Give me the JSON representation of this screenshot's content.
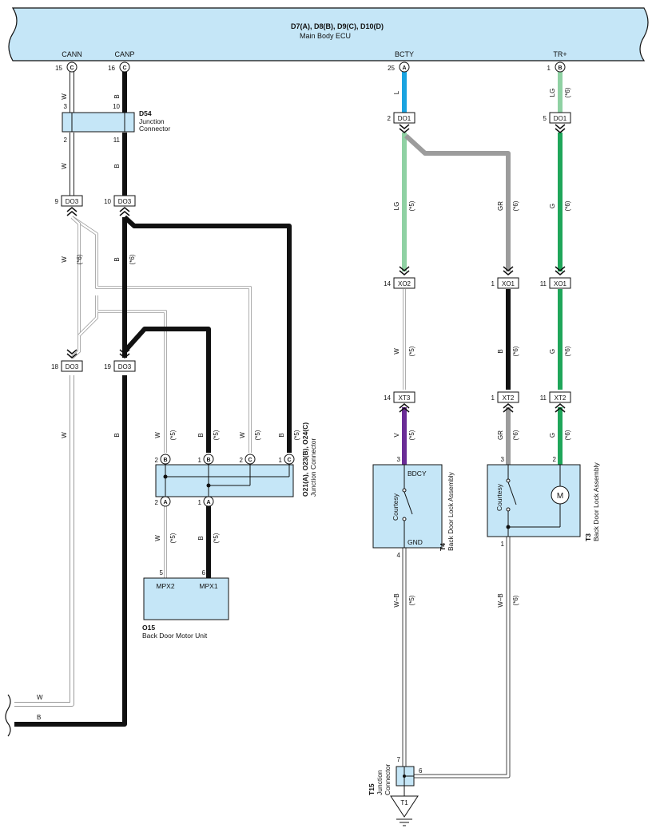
{
  "ecu": {
    "code": "D7(A), D8(B), D9(C), D10(D)",
    "name": "Main Body ECU",
    "terminals": [
      {
        "label": "CANN",
        "pin": "15",
        "conn": "C"
      },
      {
        "label": "CANP",
        "pin": "16",
        "conn": "C"
      },
      {
        "label": "BCTY",
        "pin": "25",
        "conn": "A"
      },
      {
        "label": "TR+",
        "pin": "1",
        "conn": "B"
      }
    ]
  },
  "d54": {
    "code": "D54",
    "line1": "Junction",
    "line2": "Connector",
    "pins": [
      "3",
      "10",
      "2",
      "11"
    ]
  },
  "o21": {
    "code": "O21(A), O23(B), O24(C)",
    "name": "Junction Connector",
    "top_pins": [
      {
        "pin": "2",
        "conn": "B"
      },
      {
        "pin": "1",
        "conn": "B"
      },
      {
        "pin": "2",
        "conn": "C"
      },
      {
        "pin": "1",
        "conn": "C"
      }
    ],
    "bottom_pins": [
      {
        "pin": "2",
        "conn": "A"
      },
      {
        "pin": "1",
        "conn": "A"
      }
    ]
  },
  "o15": {
    "code": "O15",
    "name": "Back Door Motor Unit",
    "term1": "MPX2",
    "term2": "MPX1",
    "pin1": "5",
    "pin2": "6"
  },
  "t4": {
    "code": "T4",
    "name": "Back Door Lock Assembly",
    "switch": "Courtesy",
    "term_top": "BDCY",
    "term_bot": "GND",
    "pin_top": "3",
    "pin_bot": "4"
  },
  "t3": {
    "code": "T3",
    "name": "Back Door Lock Assembly",
    "switch": "Courtesy",
    "motor": "M",
    "pin_sw": "3",
    "pin_motor": "2",
    "pin_gnd": "1"
  },
  "t15": {
    "code": "T15",
    "line1": "Junction",
    "line2": "Connector",
    "pin_in": "7",
    "pin_side": "6"
  },
  "ground": {
    "label": "T1"
  },
  "connectors": {
    "do1": "DO1",
    "do3": "DO3",
    "xo1": "XO1",
    "xo2": "XO2",
    "xt2": "XT2",
    "xt3": "XT3"
  },
  "pins": {
    "do1_bcty": "2",
    "do1_tr": "5",
    "do3_9": "9",
    "do3_10": "10",
    "do3_18": "18",
    "do3_19": "19",
    "xo2": "14",
    "xo1_gr": "1",
    "xo1_g": "11",
    "xt3": "14",
    "xt2_b": "1",
    "xt2_g": "11"
  },
  "wires": {
    "W": "W",
    "B": "B",
    "L": "L",
    "LG": "LG",
    "GR": "GR",
    "G": "G",
    "V": "V",
    "WB": "W–B"
  },
  "notes": {
    "n5": "(*5)",
    "n6": "(*6)"
  },
  "colors": {
    "ecu_fill": "#c5e6f7",
    "box_fill": "#c5e6f7",
    "wire_W": "#ffffff",
    "wire_B": "#111111",
    "wire_L": "#1aa3e0",
    "wire_LG": "#8fd1a3",
    "wire_GR": "#9c9c9c",
    "wire_G": "#1fa65a",
    "wire_V": "#6a2c96"
  }
}
